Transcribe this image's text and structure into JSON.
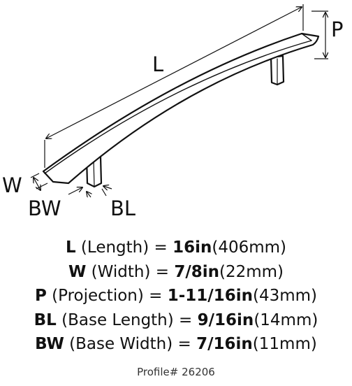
{
  "labels": {
    "L": "L",
    "P": "P",
    "W": "W",
    "BW": "BW",
    "BL": "BL"
  },
  "specs": [
    {
      "abbr": "L",
      "name": " (Length) = ",
      "value": "16in",
      "metric": "(406mm)"
    },
    {
      "abbr": "W",
      "name": " (Width) = ",
      "value": "7/8in",
      "metric": "(22mm)"
    },
    {
      "abbr": "P",
      "name": " (Projection) = ",
      "value": "1-11/16in",
      "metric": "(43mm)"
    },
    {
      "abbr": "BL",
      "name": " (Base Length) = ",
      "value": "9/16in",
      "metric": "(14mm)"
    },
    {
      "abbr": "BW",
      "name": " (Base Width) = ",
      "value": "7/16in",
      "metric": "(11mm)"
    }
  ],
  "profile": "Profile# 26206",
  "colors": {
    "line": "#111111",
    "background": "#ffffff"
  }
}
